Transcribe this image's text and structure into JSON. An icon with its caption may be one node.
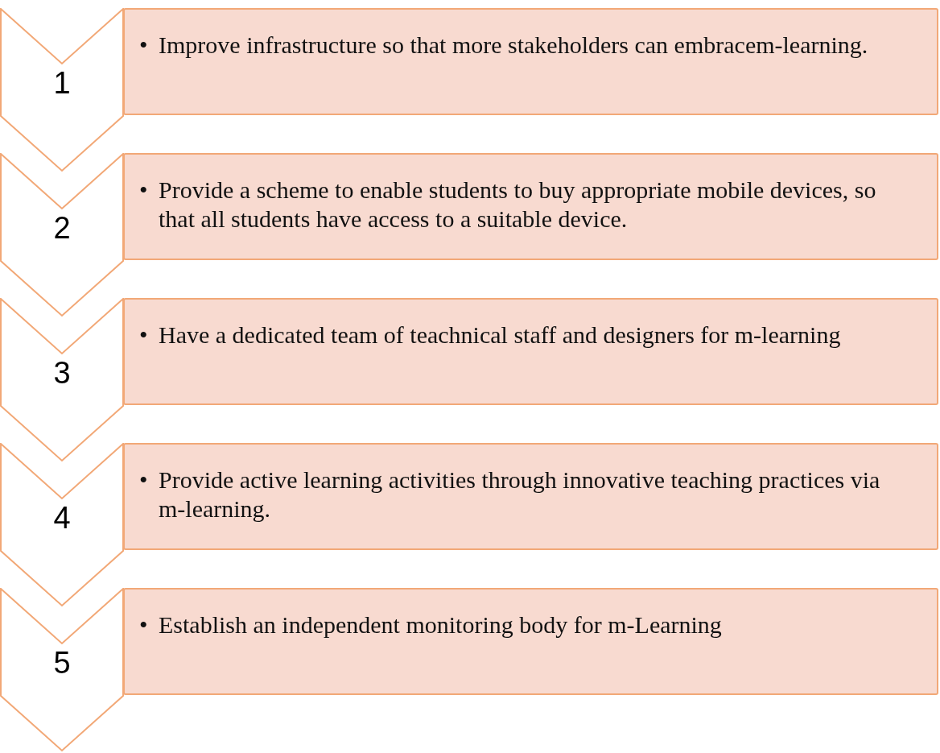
{
  "diagram": {
    "nodes": [
      {
        "text": [
          "1"
        ]
      },
      {
        "text": [
          "•",
          "Improve infrastructure so that more stakeholders can embracem-learning."
        ]
      },
      {
        "text": [
          "2"
        ]
      },
      {
        "text": [
          "•",
          "Provide a scheme to enable students to buy appropriate mobile devices, so that all students have access to a suitable device."
        ]
      },
      {
        "text": [
          "3"
        ]
      },
      {
        "text": [
          "•",
          "Have a dedicated team of teachnical staff and designers for m-learning"
        ]
      },
      {
        "text": [
          "4"
        ]
      },
      {
        "text": [
          "•",
          "Provide active learning activities through innovative teaching practices via m-learning."
        ]
      },
      {
        "text": [
          "5"
        ]
      },
      {
        "text": [
          "•",
          "Establish an independent monitoring body for m-Learning"
        ]
      }
    ]
  }
}
